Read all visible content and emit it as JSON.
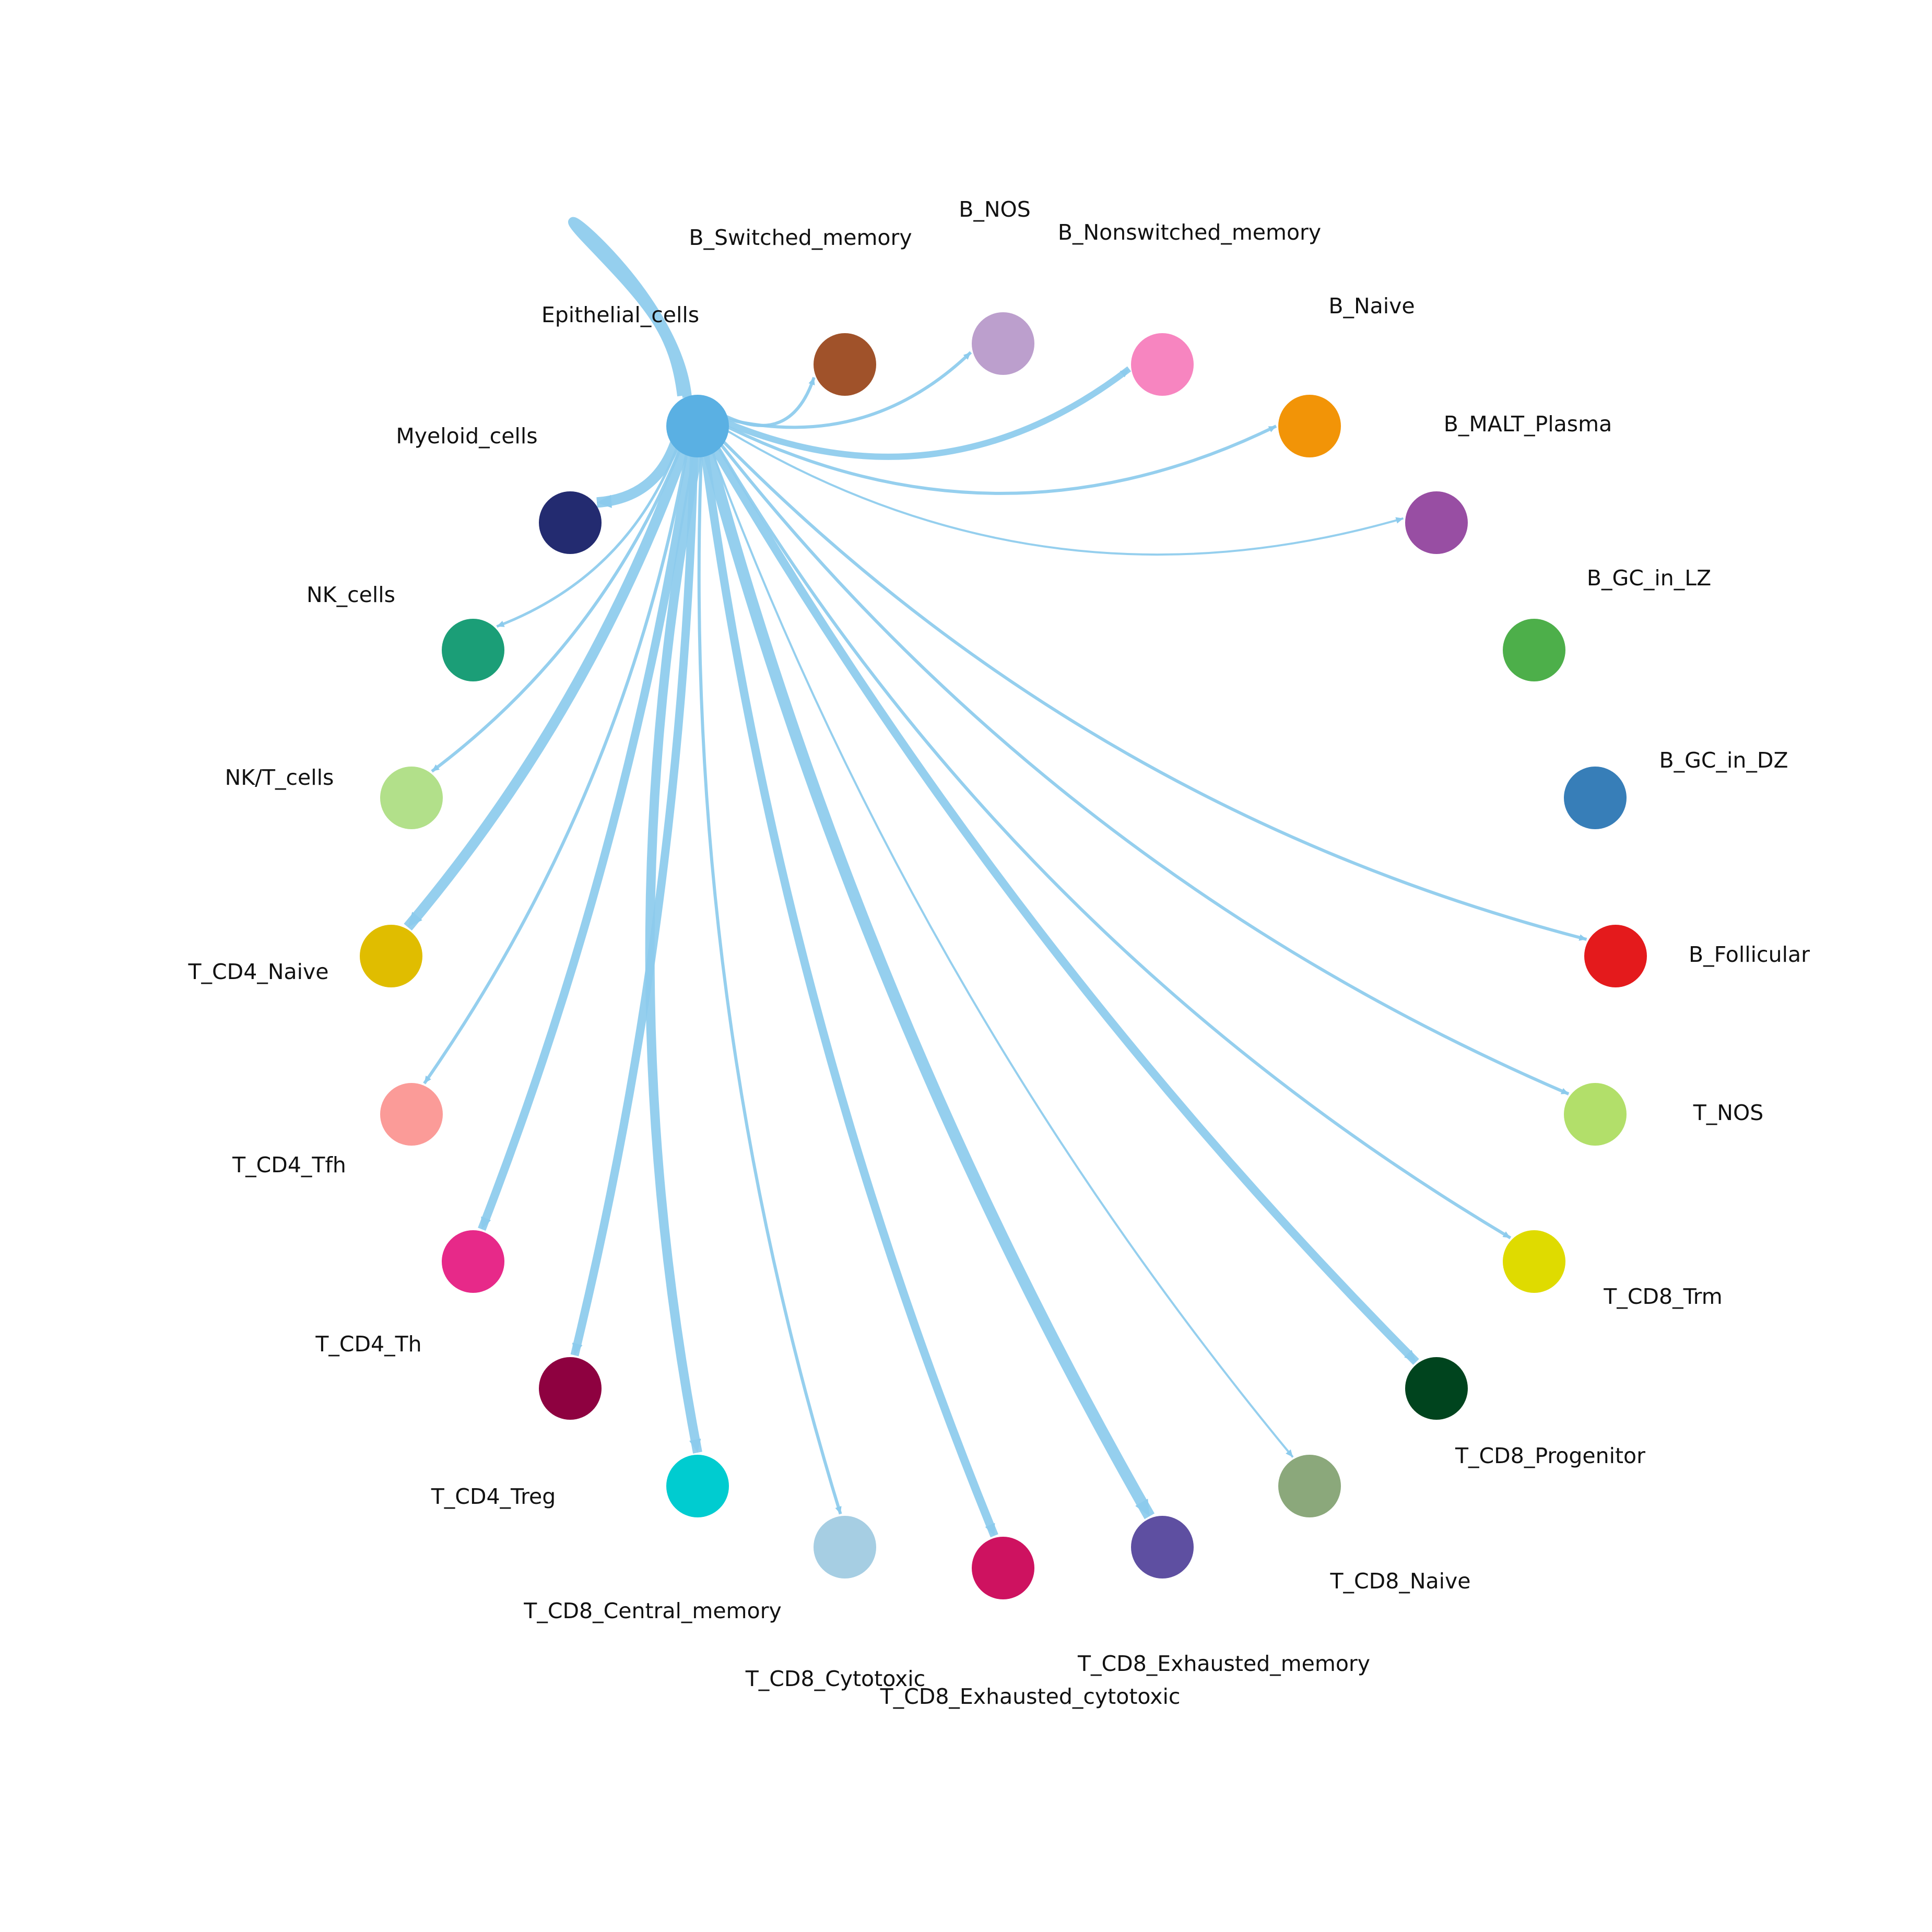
{
  "edge_color": "#8ccbed",
  "source": "Epithelial_cells",
  "nodes": [
    {
      "name": "Epithelial_cells",
      "color": "#5ab0e3"
    },
    {
      "name": "B_Switched_memory",
      "color": "#a0522a"
    },
    {
      "name": "B_NOS",
      "color": "#bc9fcd"
    },
    {
      "name": "B_Nonswitched_memory",
      "color": "#f785c0"
    },
    {
      "name": "B_Naive",
      "color": "#f29407"
    },
    {
      "name": "B_MALT_Plasma",
      "color": "#984ea3"
    },
    {
      "name": "B_GC_in_LZ",
      "color": "#4daf4a"
    },
    {
      "name": "B_GC_in_DZ",
      "color": "#377eb8"
    },
    {
      "name": "B_Follicular",
      "color": "#e41a1c"
    },
    {
      "name": "T_NOS",
      "color": "#b2df6a"
    },
    {
      "name": "T_CD8_Trm",
      "color": "#dfdb00"
    },
    {
      "name": "T_CD8_Progenitor",
      "color": "#00441e"
    },
    {
      "name": "T_CD8_Naive",
      "color": "#8ba87b"
    },
    {
      "name": "T_CD8_Exhausted_memory",
      "color": "#5e4fa1"
    },
    {
      "name": "T_CD8_Exhausted_cytotoxic",
      "color": "#ce1260"
    },
    {
      "name": "T_CD8_Cytotoxic",
      "color": "#a6cee3"
    },
    {
      "name": "T_CD8_Central_memory",
      "color": "#00ccd0"
    },
    {
      "name": "T_CD4_Treg",
      "color": "#8e0140"
    },
    {
      "name": "T_CD4_Th",
      "color": "#e72989"
    },
    {
      "name": "T_CD4_Tfh",
      "color": "#fb9b98"
    },
    {
      "name": "T_CD4_Naive",
      "color": "#e0bd00"
    },
    {
      "name": "NK/T_cells",
      "color": "#b2e08a"
    },
    {
      "name": "NK_cells",
      "color": "#1b9e77"
    },
    {
      "name": "Myeloid_cells",
      "color": "#232b70"
    }
  ],
  "edges": [
    {
      "from": "Epithelial_cells",
      "to": "Epithelial_cells"
    },
    {
      "from": "Epithelial_cells",
      "to": "B_Switched_memory"
    },
    {
      "from": "Epithelial_cells",
      "to": "B_NOS"
    },
    {
      "from": "Epithelial_cells",
      "to": "B_Nonswitched_memory"
    },
    {
      "from": "Epithelial_cells",
      "to": "B_Naive"
    },
    {
      "from": "Epithelial_cells",
      "to": "B_MALT_Plasma"
    },
    {
      "from": "Epithelial_cells",
      "to": "B_Follicular"
    },
    {
      "from": "Epithelial_cells",
      "to": "T_NOS"
    },
    {
      "from": "Epithelial_cells",
      "to": "T_CD8_Trm"
    },
    {
      "from": "Epithelial_cells",
      "to": "T_CD8_Progenitor"
    },
    {
      "from": "Epithelial_cells",
      "to": "T_CD8_Naive"
    },
    {
      "from": "Epithelial_cells",
      "to": "T_CD8_Exhausted_memory"
    },
    {
      "from": "Epithelial_cells",
      "to": "T_CD8_Exhausted_cytotoxic"
    },
    {
      "from": "Epithelial_cells",
      "to": "T_CD8_Cytotoxic"
    },
    {
      "from": "Epithelial_cells",
      "to": "T_CD8_Central_memory"
    },
    {
      "from": "Epithelial_cells",
      "to": "T_CD4_Treg"
    },
    {
      "from": "Epithelial_cells",
      "to": "T_CD4_Th"
    },
    {
      "from": "Epithelial_cells",
      "to": "T_CD4_Tfh"
    },
    {
      "from": "Epithelial_cells",
      "to": "T_CD4_Naive"
    },
    {
      "from": "Epithelial_cells",
      "to": "NK/T_cells"
    },
    {
      "from": "Epithelial_cells",
      "to": "NK_cells"
    },
    {
      "from": "Epithelial_cells",
      "to": "Myeloid_cells"
    }
  ]
}
